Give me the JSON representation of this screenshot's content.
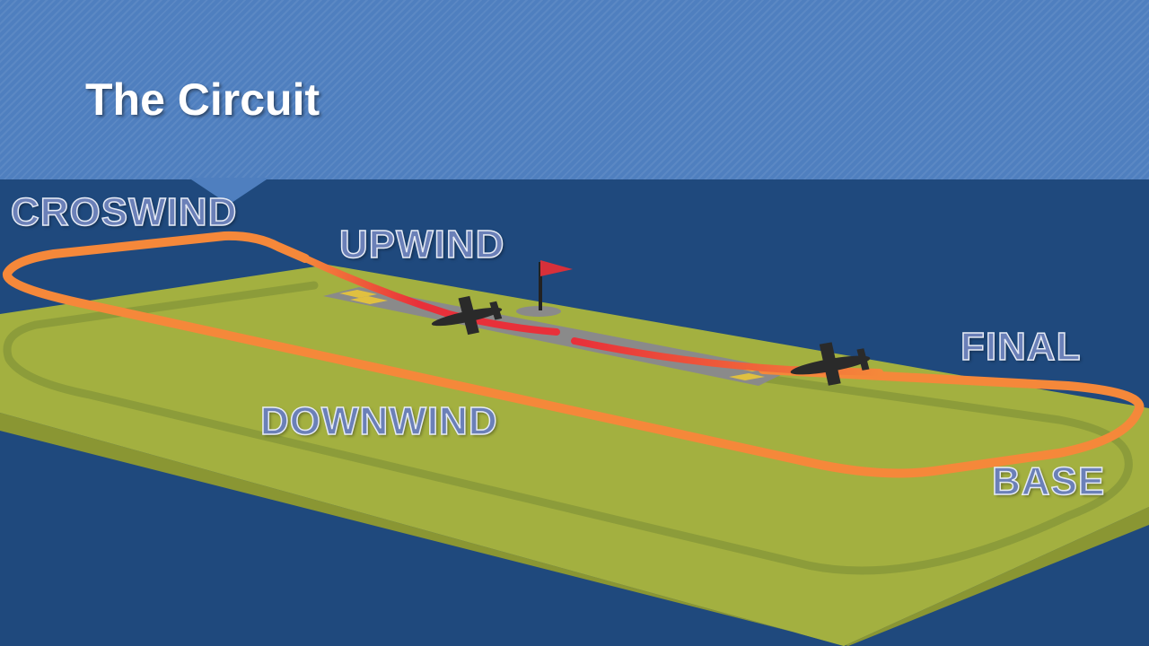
{
  "title": "The Circuit",
  "legs": {
    "crosswind": "CROSWIND",
    "upwind": "UPWIND",
    "final": "FINAL",
    "downwind": "DOWNWIND",
    "base": "BASE"
  },
  "colors": {
    "background": "#1f497d",
    "header": "#4f7fbf",
    "grass": "#a3b040",
    "runway": "#8a8a8a",
    "circuit_path": "#f5883a",
    "flight_path": "#e8303a",
    "label_fill": "#6b80b8",
    "windsock": "#d8303a"
  }
}
